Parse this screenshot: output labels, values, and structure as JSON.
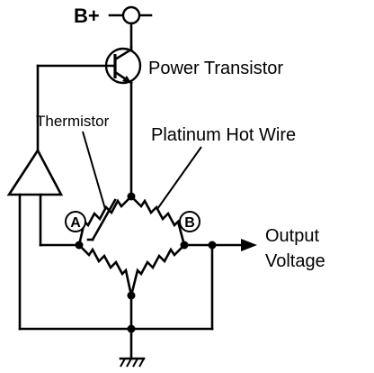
{
  "labels": {
    "supply": "B+",
    "power_transistor": "Power Transistor",
    "thermistor": "Thermistor",
    "platinum_hot_wire": "Platinum Hot Wire",
    "node_a": "A",
    "node_b": "B",
    "output_line1": "Output",
    "output_line2": "Voltage"
  }
}
